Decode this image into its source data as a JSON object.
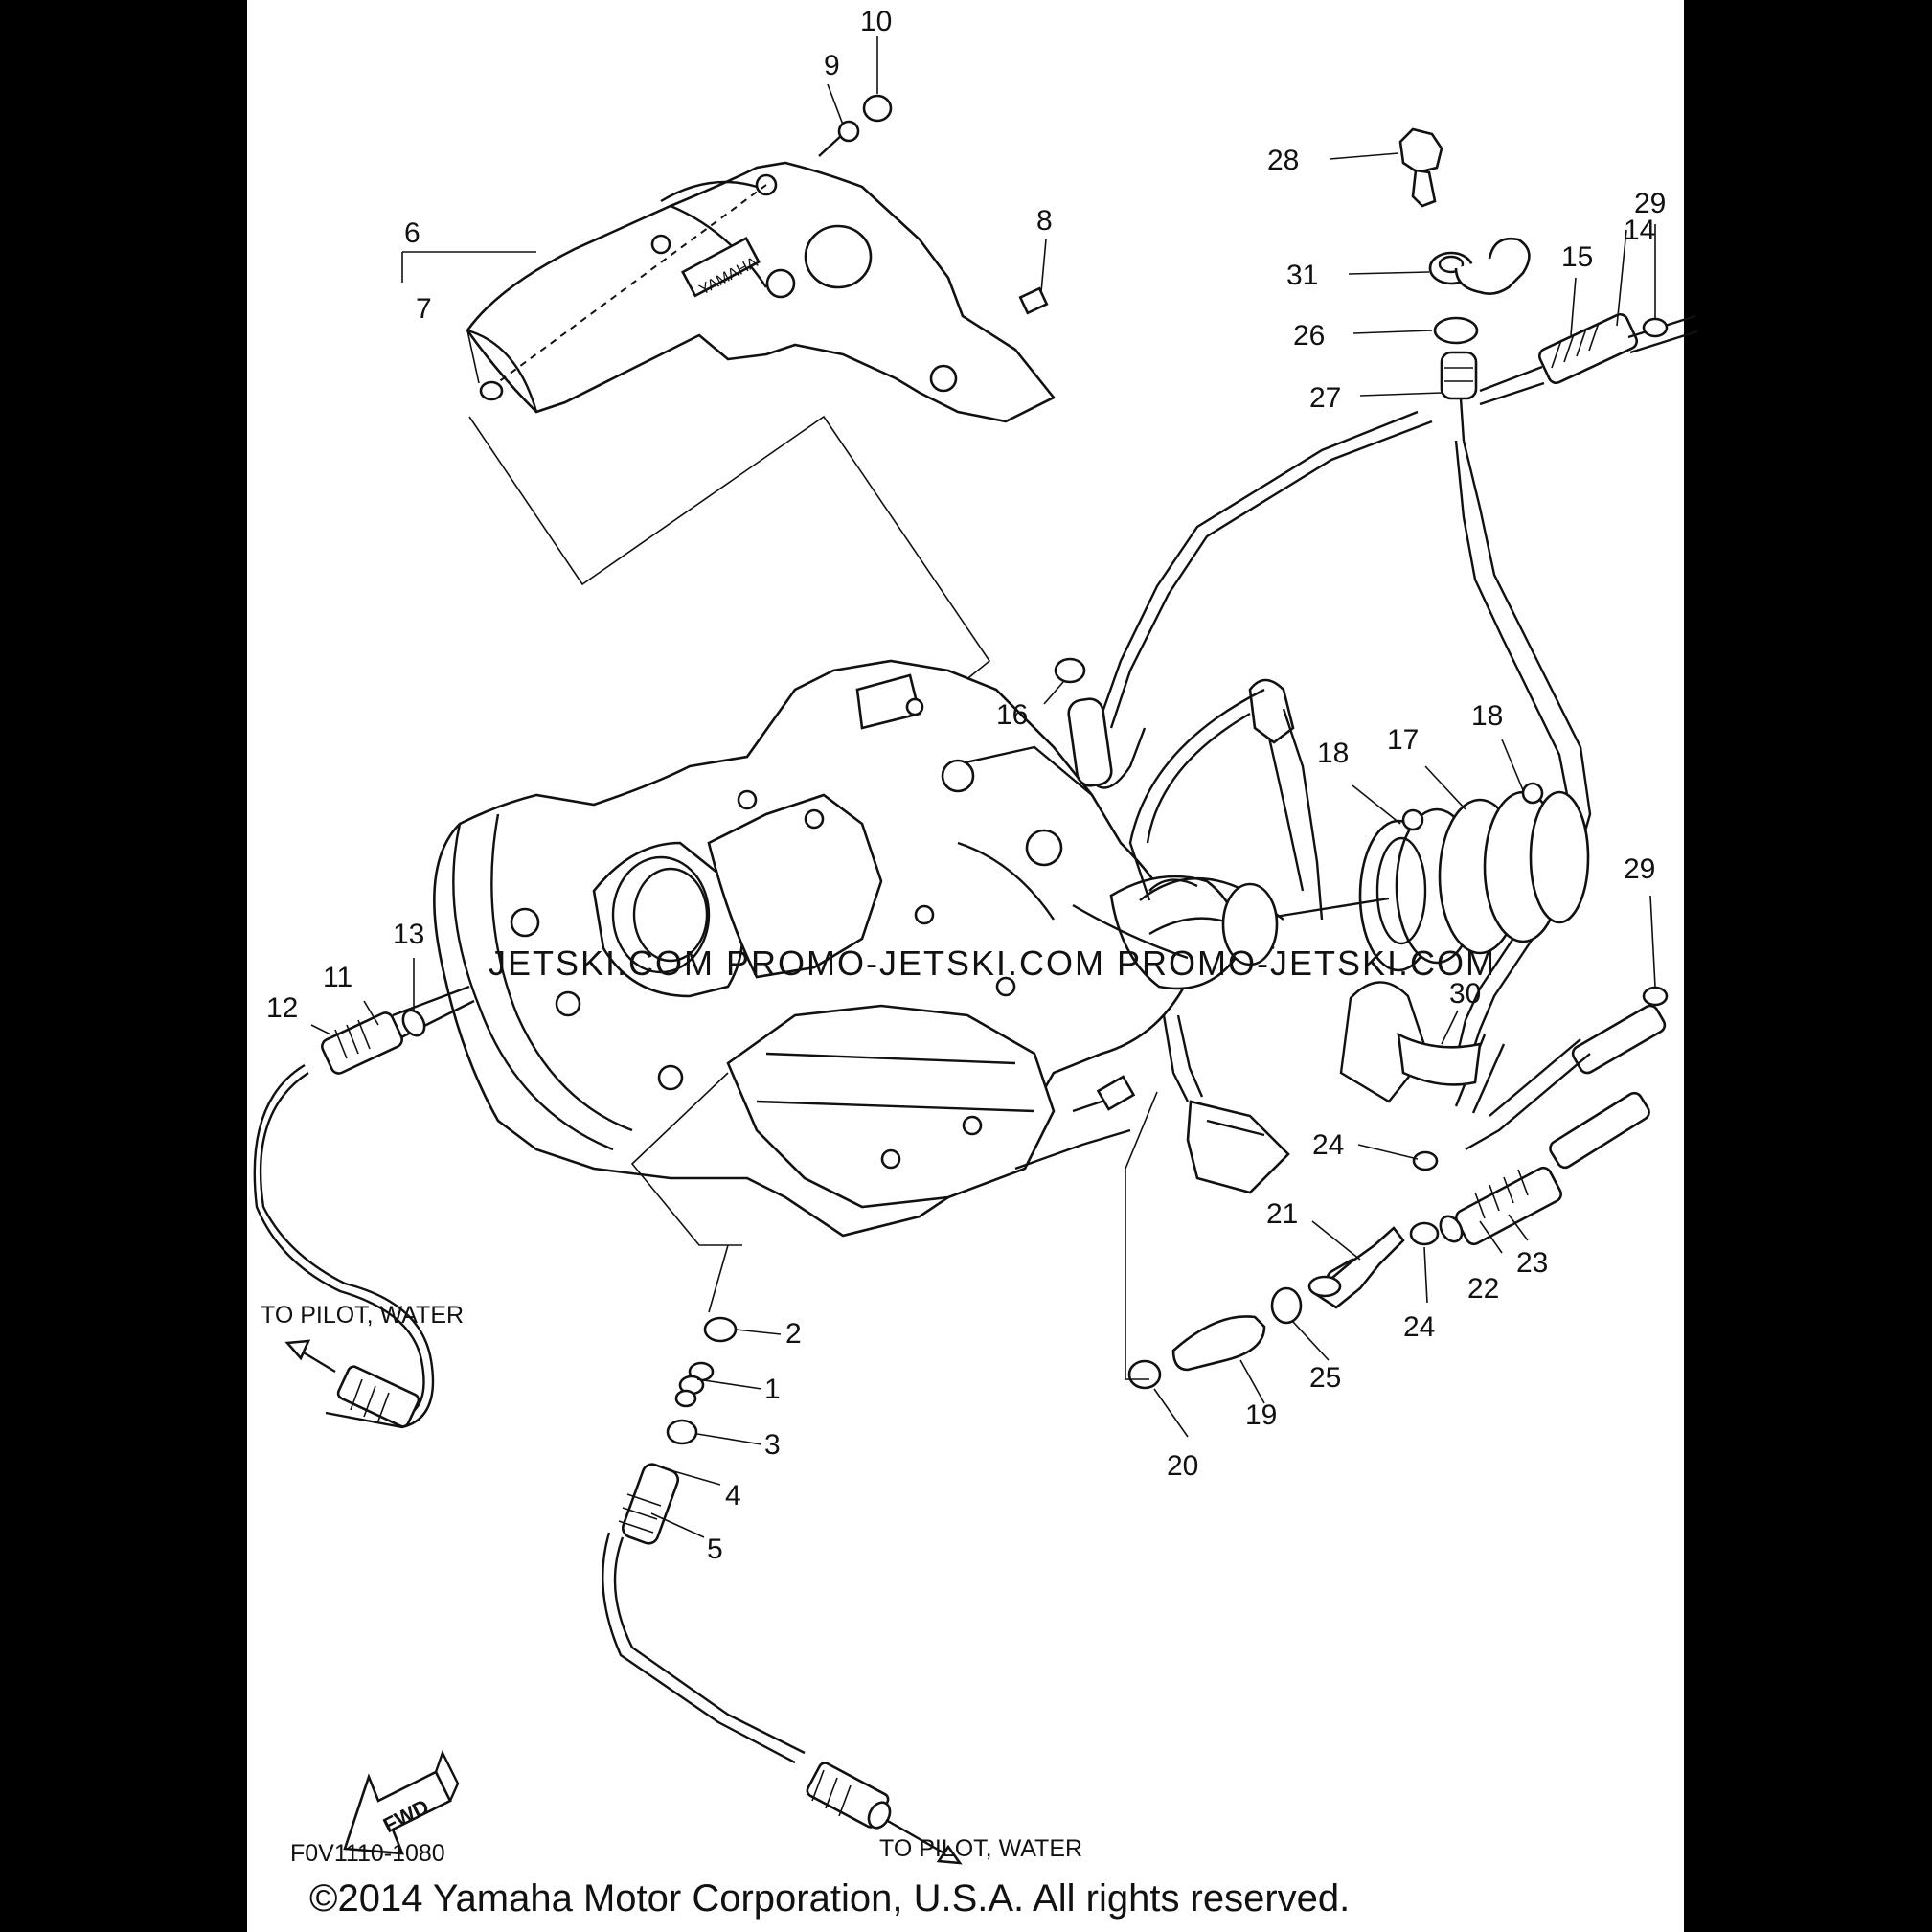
{
  "diagram": {
    "callouts": [
      {
        "id": "p1",
        "label": "1"
      },
      {
        "id": "p2",
        "label": "2"
      },
      {
        "id": "p3",
        "label": "3"
      },
      {
        "id": "p4",
        "label": "4"
      },
      {
        "id": "p5",
        "label": "5"
      },
      {
        "id": "p6",
        "label": "6"
      },
      {
        "id": "p7",
        "label": "7"
      },
      {
        "id": "p8",
        "label": "8"
      },
      {
        "id": "p9",
        "label": "9"
      },
      {
        "id": "p10",
        "label": "10"
      },
      {
        "id": "p11",
        "label": "11"
      },
      {
        "id": "p12",
        "label": "12"
      },
      {
        "id": "p13",
        "label": "13"
      },
      {
        "id": "p14",
        "label": "14"
      },
      {
        "id": "p15",
        "label": "15"
      },
      {
        "id": "p16",
        "label": "16"
      },
      {
        "id": "p17",
        "label": "17"
      },
      {
        "id": "p18a",
        "label": "18"
      },
      {
        "id": "p18b",
        "label": "18"
      },
      {
        "id": "p19",
        "label": "19"
      },
      {
        "id": "p20",
        "label": "20"
      },
      {
        "id": "p21",
        "label": "21"
      },
      {
        "id": "p22",
        "label": "22"
      },
      {
        "id": "p23",
        "label": "23"
      },
      {
        "id": "p24a",
        "label": "24"
      },
      {
        "id": "p24b",
        "label": "24"
      },
      {
        "id": "p25",
        "label": "25"
      },
      {
        "id": "p26",
        "label": "26"
      },
      {
        "id": "p27",
        "label": "27"
      },
      {
        "id": "p28",
        "label": "28"
      },
      {
        "id": "p29a",
        "label": "29"
      },
      {
        "id": "p29b",
        "label": "29"
      },
      {
        "id": "p30",
        "label": "30"
      },
      {
        "id": "p31",
        "label": "31"
      }
    ],
    "notes": {
      "pilot_left": "TO PILOT, WATER",
      "pilot_bottom": "TO PILOT, WATER",
      "fwd": "FWD",
      "figure_code": "F0V1110-1080"
    },
    "watermark": "JETSKI.COM  PROMO-JETSKI.COM  PROMO-JETSKI.COM",
    "brand_mark": "YAMAHA"
  },
  "footer": {
    "copyright": "©2014 Yamaha Motor Corporation, U.S.A. All rights reserved."
  }
}
